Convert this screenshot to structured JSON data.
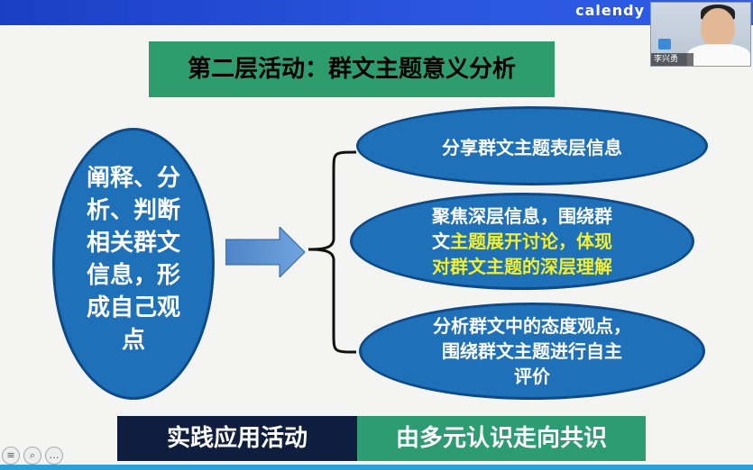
{
  "topbar": {
    "brand": "calendy"
  },
  "camera": {
    "name": "李兴勇"
  },
  "slide": {
    "title": "第二层活动：群文主题意义分析",
    "main_oval_lines": [
      "阐释、分",
      "析、判断",
      "相关群文",
      "信息，形",
      "成自己观",
      "点"
    ],
    "ovals": {
      "o1": {
        "text": "分享群文主题表层信息"
      },
      "o2": {
        "line1": "聚焦深层信息，围绕群",
        "line2_white": "文",
        "line2_yellow_a": "主题展开讨论，",
        "line2_yellow_b": "体现",
        "line3_yellow": "对群文主题的深层理解"
      },
      "o3": {
        "line1": "分析群文中的态度观点，",
        "line2": "围绕群文主题进行自主",
        "line3": "评价"
      }
    },
    "bottom_left": "实践应用活动",
    "bottom_right": "由多元认识走向共识"
  },
  "colors": {
    "oval": "#1e70b8",
    "title_bg": "#2e9d6d",
    "highlight": "#f3ef2a"
  },
  "controls": [
    "menu-icon",
    "search-icon",
    "more-icon"
  ]
}
